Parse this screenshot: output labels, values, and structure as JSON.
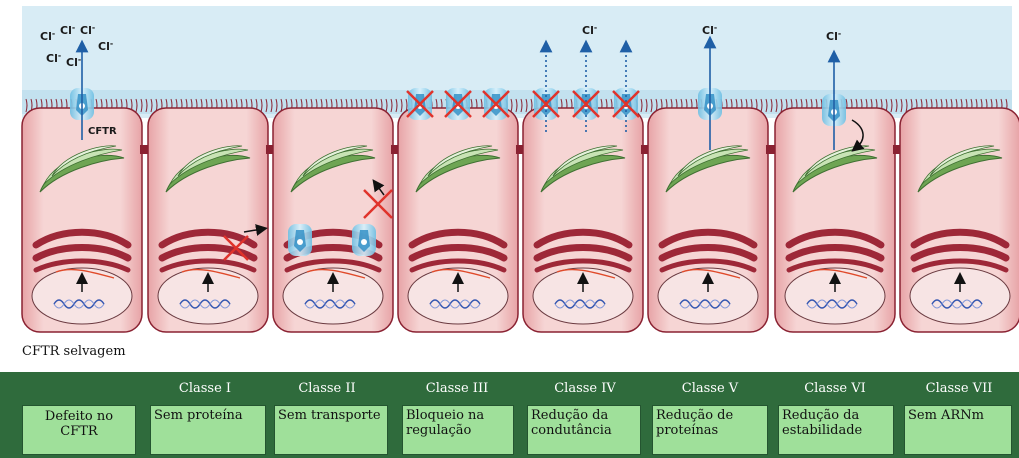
{
  "diagram": {
    "chloride_label": "Cl",
    "chloride_charge": "-",
    "cftr_label": "CFTR",
    "wild_type_label": "CFTR selvagem"
  },
  "classes": [
    {
      "title": "",
      "box": "Defeito no CFTR"
    },
    {
      "title": "Classe I",
      "box": "Sem proteína"
    },
    {
      "title": "Classe II",
      "box": "Sem transporte"
    },
    {
      "title": "Classe III",
      "box": "Bloqueio na regulação"
    },
    {
      "title": "Classe IV",
      "box": "Redução da condutância"
    },
    {
      "title": "Classe V",
      "box": "Redução de proteínas"
    },
    {
      "title": "Classe VI",
      "box": "Redução da estabilidade"
    },
    {
      "title": "Classe VII",
      "box": "Sem ARNm"
    }
  ],
  "colors": {
    "lumen": "#d8ecf5",
    "cell_fill": "#f3c9c9",
    "cell_border": "#8a2232",
    "golgi": "#5e9a47",
    "er": "#9e2838",
    "nucleus": "#f7e4e4",
    "channel": "#8fd0ec",
    "arrow_blue": "#1f5fa6",
    "footer": "#2f6b3c",
    "box": "#9fe09a",
    "cross": "#e0332b"
  }
}
